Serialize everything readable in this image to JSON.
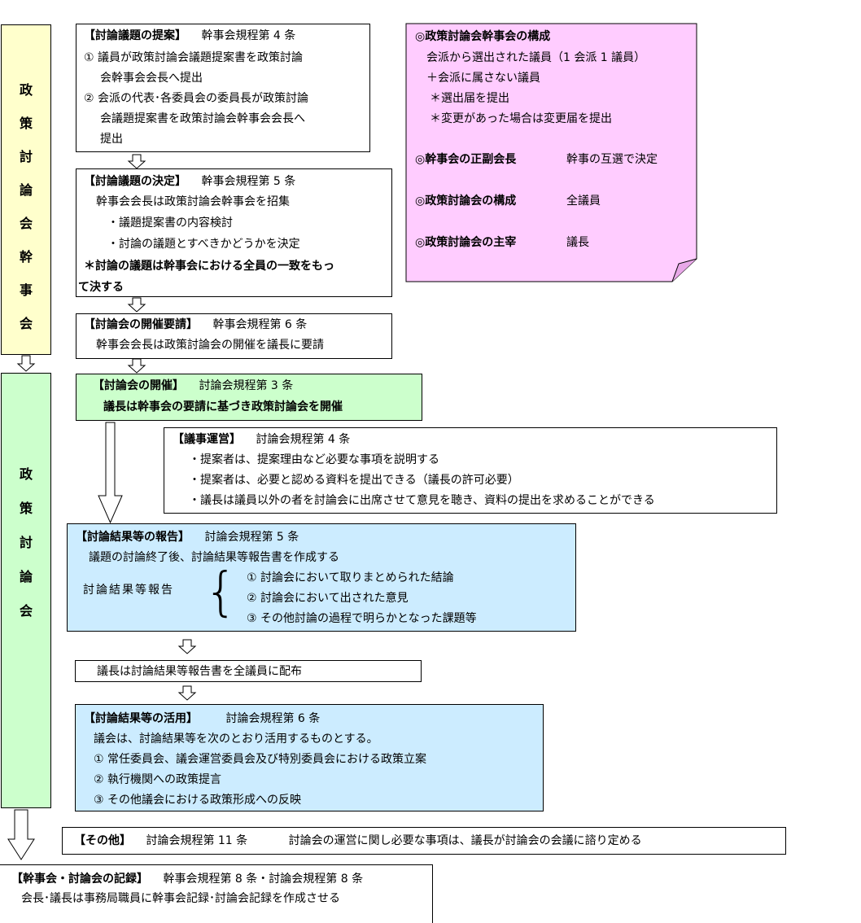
{
  "side_labels": {
    "top": [
      "政",
      "策",
      "討",
      "論",
      "会",
      "幹",
      "事",
      "会"
    ],
    "bottom": [
      "政",
      "策",
      "討",
      "論",
      "会"
    ]
  },
  "colors": {
    "yellow_box": "#ffffcc",
    "green_box": "#ccffcc",
    "blue_box": "#ccecff",
    "pink_box": "#ffccff"
  },
  "proposal": {
    "title": "【討論議題の提案】",
    "rule": "幹事会規程第 4 条",
    "lines": [
      "① 議員が政策討論会議題提案書を政策討論",
      "会幹事会会長へ提出",
      "② 会派の代表･各委員会の委員長が政策討論",
      "会議題提案書を政策討論会幹事会会長へ",
      "提出"
    ]
  },
  "decision": {
    "title": "【討論議題の決定】",
    "rule": "幹事会規程第 5 条",
    "lines": [
      "幹事会会長は政策討論会幹事会を招集",
      "・議題提案書の内容検討",
      "・討論の議題とすべきかどうかを決定",
      "＊討論の議題は幹事会における全員の一致をもっ",
      "て決する"
    ]
  },
  "request": {
    "title": "【討論会の開催要請】",
    "rule": "幹事会規程第 6 条",
    "line": "幹事会会長は政策討論会の開催を議長に要請"
  },
  "composition": {
    "head1": "◎政策討論会幹事会の構成",
    "lines": [
      "会派から選出された議員（1 会派 1 議員）",
      "＋会派に属さない議員",
      "＊選出届を提出",
      "＊変更があった場合は変更届を提出"
    ],
    "head2": "◎幹事会の正副会長",
    "val2": "幹事の互選で決定",
    "head3": "◎政策討論会の構成",
    "val3": "全議員",
    "head4": "◎政策討論会の主宰",
    "val4": "議長"
  },
  "opening": {
    "title": "【討論会の開催】",
    "rule": "討論会規程第 3 条",
    "line": "議長は幹事会の要請に基づき政策討論会を開催"
  },
  "management": {
    "title": "【議事運営】",
    "rule": "討論会規程第 4 条",
    "lines": [
      "・提案者は、提案理由など必要な事項を説明する",
      "・提案者は、必要と認める資料を提出できる（議長の許可必要）",
      "・議長は議員以外の者を討論会に出席させて意見を聴き、資料の提出を求めることができる"
    ]
  },
  "report": {
    "title": "【討論結果等の報告】",
    "rule": "討論会規程第 5 条",
    "line": "議題の討論終了後、討論結果等報告書を作成する",
    "label": "討論結果等報告",
    "items": [
      "① 討論会において取りまとめられた結論",
      "② 討論会において出された意見",
      "③ その他討論の過程で明らかとなった課題等"
    ]
  },
  "distribute": {
    "line": "議長は討論結果等報告書を全議員に配布"
  },
  "utilize": {
    "title": "【討論結果等の活用】",
    "rule": "討論会規程第 6 条",
    "lines": [
      "議会は、討論結果等を次のとおり活用するものとする。",
      "① 常任委員会、議会運営委員会及び特別委員会における政策立案",
      "② 執行機関への政策提言",
      "③ その他議会における政策形成への反映"
    ]
  },
  "other": {
    "title": "【その他】",
    "rule": "討論会規程第 11 条",
    "text": "討論会の運営に関し必要な事項は、議長が討論会の会議に諮り定める"
  },
  "record": {
    "title": "【幹事会・討論会の記録】",
    "rule": "幹事会規程第 8 条・討論会規程第 8 条",
    "line": "会長･議長は事務局職員に幹事会記録･討論会記録を作成させる"
  }
}
